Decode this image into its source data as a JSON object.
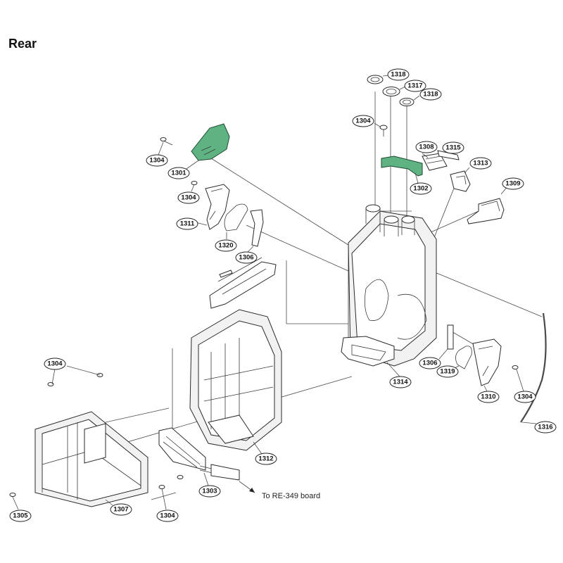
{
  "title": "Rear",
  "callouts": [
    {
      "id": "c1318a",
      "label": "1318"
    },
    {
      "id": "c1317",
      "label": "1317"
    },
    {
      "id": "c1318b",
      "label": "1318"
    },
    {
      "id": "c1304a",
      "label": "1304"
    },
    {
      "id": "c1308",
      "label": "1308"
    },
    {
      "id": "c1315",
      "label": "1315"
    },
    {
      "id": "c1313",
      "label": "1313"
    },
    {
      "id": "c1302",
      "label": "1302"
    },
    {
      "id": "c1309",
      "label": "1309"
    },
    {
      "id": "c1304b",
      "label": "1304"
    },
    {
      "id": "c1301",
      "label": "1301"
    },
    {
      "id": "c1304c",
      "label": "1304"
    },
    {
      "id": "c1311",
      "label": "1311"
    },
    {
      "id": "c1320",
      "label": "1320"
    },
    {
      "id": "c1306a",
      "label": "1306"
    },
    {
      "id": "c1306b",
      "label": "1306"
    },
    {
      "id": "c1319",
      "label": "1319"
    },
    {
      "id": "c1314",
      "label": "1314"
    },
    {
      "id": "c1310",
      "label": "1310"
    },
    {
      "id": "c1304d",
      "label": "1304"
    },
    {
      "id": "c1316",
      "label": "1316"
    },
    {
      "id": "c1304e",
      "label": "1304"
    },
    {
      "id": "c1312",
      "label": "1312"
    },
    {
      "id": "c1303",
      "label": "1303"
    },
    {
      "id": "c1307",
      "label": "1307"
    },
    {
      "id": "c1304f",
      "label": "1304"
    },
    {
      "id": "c1305",
      "label": "1305"
    }
  ],
  "note": "To RE-349 board",
  "colors": {
    "highlight": "#5fb383",
    "line": "#2a2a2a"
  }
}
